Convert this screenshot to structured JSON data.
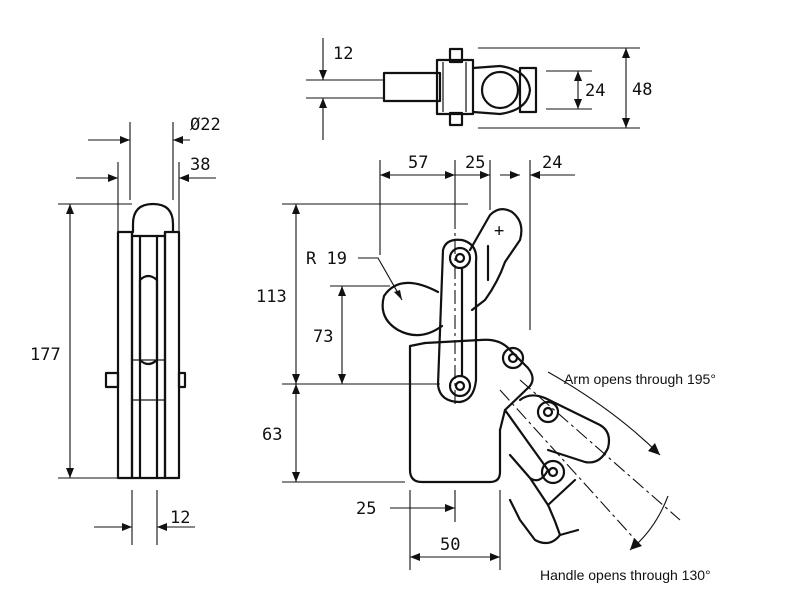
{
  "dimensions": {
    "top_thickness": "12",
    "top_inner_height": "24",
    "top_overall_height": "48",
    "front_pin_diameter": "Ø22",
    "front_width": "38",
    "front_height": "177",
    "front_base_thickness": "12",
    "side_handle_offset": "57",
    "side_link_width": "25",
    "side_right_offset": "24",
    "side_radius": "R 19",
    "side_upper_height": "113",
    "side_pivot_height": "73",
    "side_base_height": "63",
    "side_base_offset": "25",
    "side_base_width": "50"
  },
  "annotations": {
    "arm_opening": "Arm opens through 195°",
    "handle_opening": "Handle opens through 130°"
  }
}
